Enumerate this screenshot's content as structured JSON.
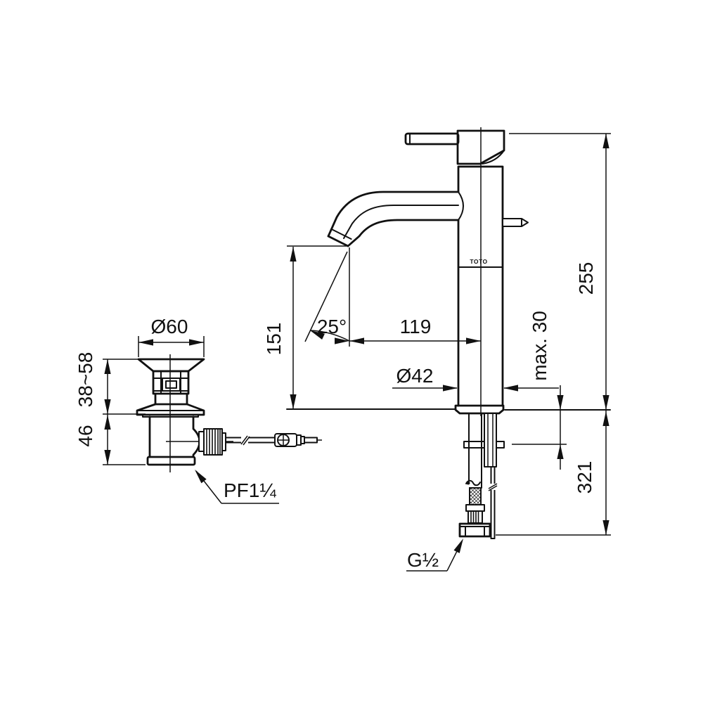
{
  "meta": {
    "drawing_type": "faucet installation dimensional drawing",
    "background_color": "#ffffff",
    "line_color": "#111111"
  },
  "brand": "TOTO",
  "dimensions": {
    "spout_outlet_height": "151",
    "spout_angle": "25°",
    "spout_reach": "119",
    "body_diameter": "Ø42",
    "max_deck_thickness": "max. 30",
    "height_above_deck": "255",
    "depth_below_deck": "321",
    "drain_flange_diameter": "Ø60",
    "drain_top_adjust_range": "38~58",
    "drain_body_height": "46",
    "drain_outlet_thread": "PF1¼",
    "supply_connection_thread": "G½"
  }
}
